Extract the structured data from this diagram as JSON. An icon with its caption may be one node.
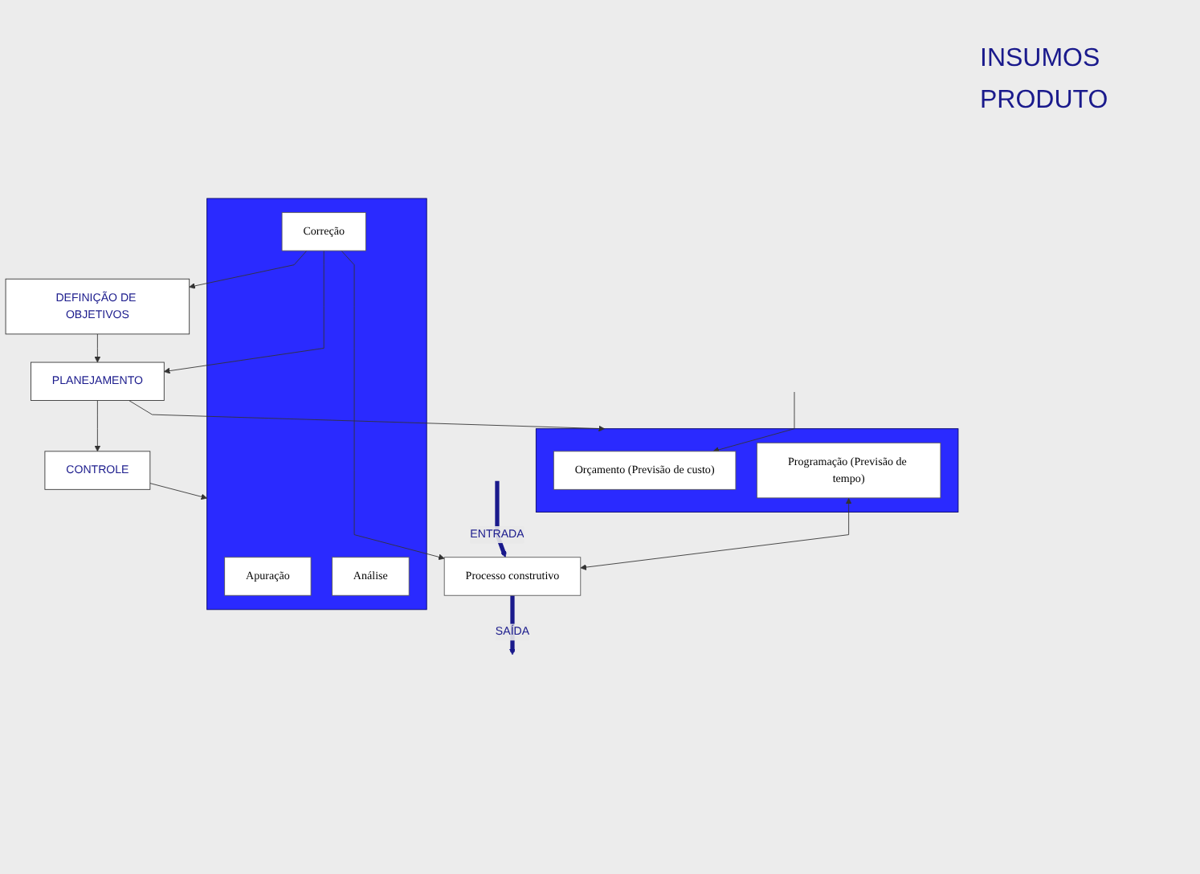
{
  "diagram": {
    "nodes": [
      {
        "text": [
          "DEFINIÇÃO DE OBJETIVOS"
        ]
      },
      {
        "text": [
          "PLANEJAMENTO"
        ]
      },
      {
        "text": [],
        "shape": "box"
      },
      {
        "text": [
          "Orçamento (Previsão de custo)"
        ],
        "in": 2
      },
      {
        "text": [
          "Programação (Previsão de tempo)"
        ],
        "in": 2
      },
      {
        "text": [
          "CONTROLE"
        ]
      },
      {
        "text": [],
        "shape": "box"
      },
      {
        "text": [
          "Apuração"
        ],
        "in": 6
      },
      {
        "text": [
          "Análise"
        ],
        "in": 6
      },
      {
        "text": [
          "Correção"
        ],
        "in": 6
      },
      {
        "text": [
          "Processo construtivo"
        ]
      }
    ],
    "edges": [
      {
        "from": 0,
        "to": 1,
        "arrow": "to"
      },
      {
        "from": 1,
        "to": 2,
        "arrow": "to"
      },
      {
        "from": 1,
        "to": 5,
        "arrow": "to"
      },
      {
        "from": 5,
        "to": 6,
        "arrow": "to"
      },
      {
        "from": 9,
        "to": 0,
        "arrow": "to"
      },
      {
        "from": 9,
        "to": 1,
        "arrow": "to"
      },
      {
        "from": 9,
        "to": 10,
        "arrow": "to"
      },
      {
        "from": null,
        "to": 3,
        "arrow": "to"
      },
      {
        "from": 4,
        "to": 10,
        "arrow": "both"
      },
      {
        "from": null,
        "to": 10,
        "arrow": "to",
        "label": "ENTRADA",
        "style": "thick",
        "color": "#1a1a8c"
      },
      {
        "from": 10,
        "to": null,
        "arrow": "to",
        "label": "SAÍDA",
        "style": "thick",
        "color": "#1a1a8c"
      }
    ],
    "labels": [
      "INSUMOS",
      "PRODUTO"
    ]
  }
}
